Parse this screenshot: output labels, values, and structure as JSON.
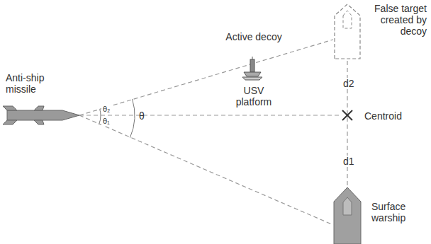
{
  "diagram": {
    "labels": [
      "Anti-ship missile",
      "Active decoy",
      "USV platform",
      "False target created by decoy",
      "θ₂",
      "θ₁",
      "θ",
      "d2",
      "Centroid",
      "d1",
      "Surface warship"
    ]
  }
}
